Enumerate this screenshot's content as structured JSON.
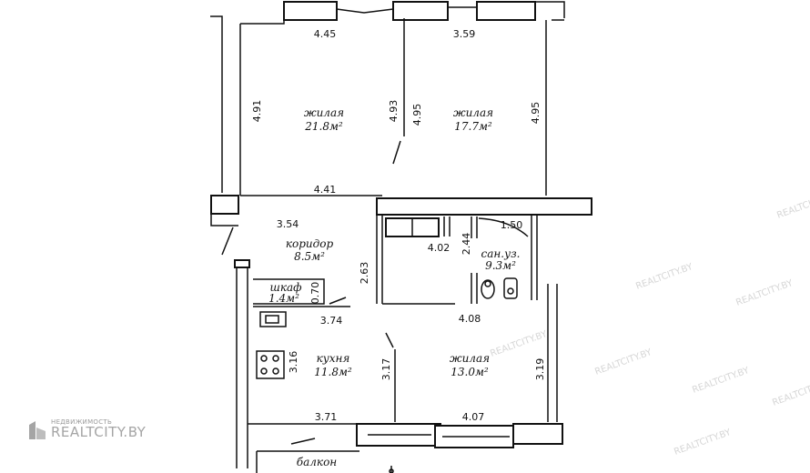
{
  "rooms": {
    "living1": {
      "name": "жилая",
      "area": "21.8м²"
    },
    "living2": {
      "name": "жилая",
      "area": "17.7м²"
    },
    "corridor": {
      "name": "коридор",
      "area": "8.5м²"
    },
    "closet": {
      "name": "шкаф",
      "area": "1.4м²"
    },
    "bathroom": {
      "name": "сан.уз.",
      "area": "9.3м²"
    },
    "kitchen": {
      "name": "кухня",
      "area": "11.8м²"
    },
    "living3": {
      "name": "жилая",
      "area": "13.0м²"
    },
    "balcony": {
      "name": "балкон"
    }
  },
  "dimensions": {
    "top_left": "4.45",
    "top_right": "3.59",
    "living1_left": "4.91",
    "living1_right": "4.93",
    "living2_left": "4.95",
    "living2_right": "4.95",
    "living1_bottom": "4.41",
    "corridor_top": "3.54",
    "corridor_side": "2.63",
    "bath_width": "1.50",
    "bath_height": "2.44",
    "store_width": "4.02",
    "closet_side": "0.70",
    "kitchen_top": "3.74",
    "living3_top": "4.08",
    "kitchen_left": "3.16",
    "kitchen_right": "3.17",
    "living3_right": "3.19",
    "kitchen_bottom": "3.71",
    "living3_bottom": "4.07"
  },
  "logo": {
    "subtitle": "НЕДВИЖИМОСТЬ",
    "name": "REALTCITY.BY"
  },
  "watermark": "REALTCITY.BY",
  "colors": {
    "ink": "#111111",
    "watermark": "#b8b8b8"
  }
}
